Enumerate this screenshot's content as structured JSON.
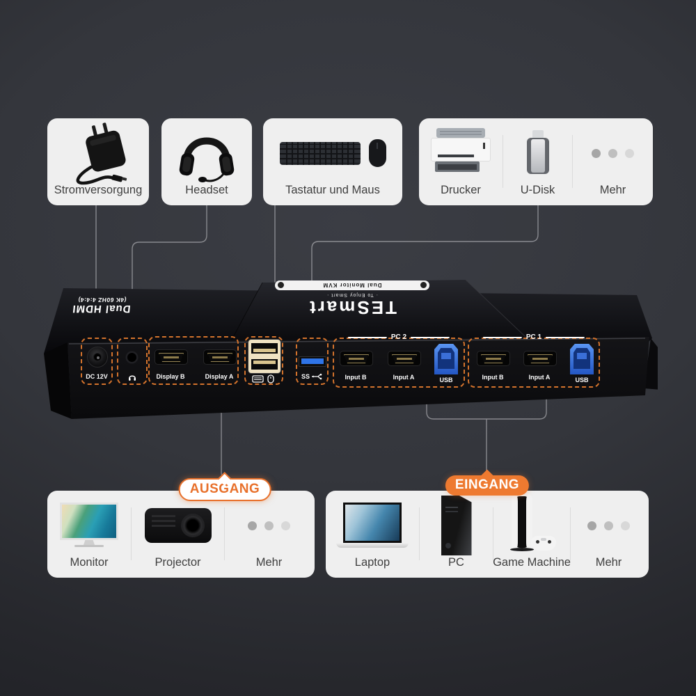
{
  "meta": {
    "accent_orange": "#E8702A",
    "card_bg": "#EFEFEF",
    "usb3_blue": "#2F74E8",
    "background_dark": "#26272C"
  },
  "icons": {
    "power": "power-adapter-icon",
    "headset": "headset-icon",
    "keyboard": "keyboard-icon",
    "mouse": "mouse-icon",
    "printer": "printer-icon",
    "udisk": "usb-stick-icon",
    "more": "more-dots-icon",
    "monitor": "monitor-icon",
    "projector": "projector-icon",
    "laptop": "laptop-icon",
    "pc_tower": "pc-tower-icon",
    "game_machine": "game-console-icon",
    "headphone_port": "headphone-icon",
    "kb_mouse_port": "keyboard-mouse-icons",
    "usb3_port": "usb3-trident-icon"
  },
  "brand": {
    "logo": "TESmart",
    "tagline": "· To Enjoy Smart ·",
    "strip": "Dual Monitor KVM",
    "side_title": "Dual HDMI",
    "side_subtitle": "(4K 60HZ 4:4:4)"
  },
  "top_cards": {
    "power": {
      "label": "Stromversorgung"
    },
    "headset": {
      "label": "Headset"
    },
    "keyboard_mouse": {
      "label": "Tastatur und Maus"
    },
    "usb_peripherals": {
      "printer_label": "Drucker",
      "udisk_label": "U-Disk",
      "more_label": "Mehr"
    }
  },
  "device_panel": {
    "dc_label": "DC 12V",
    "display_b_label": "Display B",
    "display_a_label": "Display A",
    "usb3_label": "SS",
    "pc2": {
      "group_label": "PC 2",
      "input_b": "Input B",
      "input_a": "Input A",
      "usb": "USB"
    },
    "pc1": {
      "group_label": "PC 1",
      "input_b": "Input B",
      "input_a": "Input A",
      "usb": "USB"
    }
  },
  "output_section": {
    "badge": "AUSGANG",
    "monitor_label": "Monitor",
    "projector_label": "Projector",
    "more_label": "Mehr"
  },
  "input_section": {
    "badge": "EINGANG",
    "laptop_label": "Laptop",
    "pc_label": "PC",
    "game_label": "Game Machine",
    "more_label": "Mehr"
  }
}
